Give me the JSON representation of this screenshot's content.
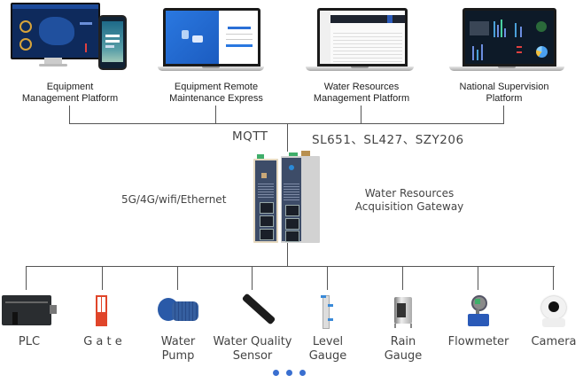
{
  "platforms": [
    {
      "id": "equipment-management",
      "label_line1": "Equipment",
      "label_line2": "Management Platform",
      "device": "monitor-and-phone"
    },
    {
      "id": "remote-maintenance",
      "label_line1": "Equipment Remote",
      "label_line2": "Maintenance Express",
      "device": "laptop"
    },
    {
      "id": "water-resources-management",
      "label_line1": "Water Resources",
      "label_line2": "Management Platform",
      "device": "laptop"
    },
    {
      "id": "national-supervision",
      "label_line1": "National Supervision",
      "label_line2": "Platform",
      "device": "laptop"
    }
  ],
  "protocols": {
    "left": "MQTT",
    "right": "SL651、SL427、SZY206"
  },
  "gateway": {
    "connectivity": "5G/4G/wifi/Ethernet",
    "name_line1": "Water Resources",
    "name_line2": "Acquisition Gateway"
  },
  "devices": [
    {
      "id": "plc",
      "label_line1": "PLC",
      "label_line2": ""
    },
    {
      "id": "gate",
      "label_line1": "G a t e",
      "label_line2": ""
    },
    {
      "id": "water-pump",
      "label_line1": "Water",
      "label_line2": "Pump"
    },
    {
      "id": "water-quality-sensor",
      "label_line1": "Water Quality",
      "label_line2": "Sensor"
    },
    {
      "id": "level-gauge",
      "label_line1": "Level",
      "label_line2": "Gauge"
    },
    {
      "id": "rain-gauge",
      "label_line1": "Rain",
      "label_line2": "Gauge"
    },
    {
      "id": "flowmeter",
      "label_line1": "Flowmeter",
      "label_line2": ""
    },
    {
      "id": "camera",
      "label_line1": "Camera",
      "label_line2": ""
    }
  ],
  "more_indicator": "more-devices-ellipsis",
  "colors": {
    "line": "#555555",
    "text": "#444444",
    "dot": "#3a6fd0",
    "gate_red": "#e0452a",
    "pump_blue": "#2a5aa8"
  }
}
